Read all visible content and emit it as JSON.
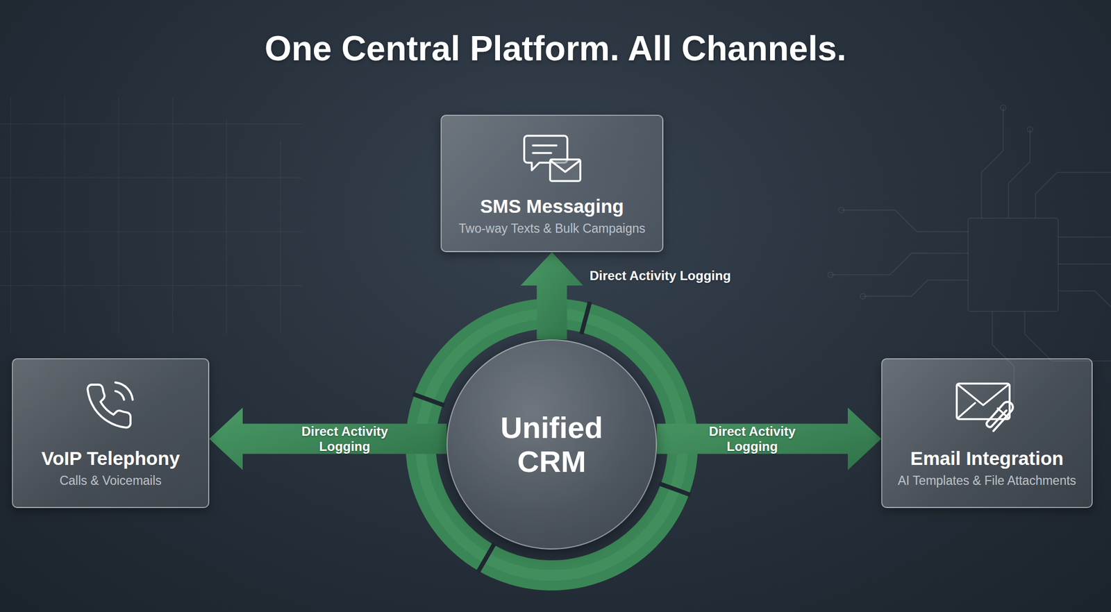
{
  "diagram": {
    "title": "One Central Platform. All Channels.",
    "nodes": [
      {
        "text": [
          "SMS Messaging",
          "Two-way Texts & Bulk Campaigns"
        ]
      },
      {
        "text": [
          "VoIP Telephony",
          "Calls & Voicemails"
        ]
      },
      {
        "text": [
          "Unified CRM"
        ]
      },
      {
        "text": [
          "Email Integration",
          "AI Templates & File Attachments"
        ]
      }
    ],
    "edges": [
      {
        "from": 2,
        "to": 0,
        "arrow": "to",
        "label": "Direct Activity Logging"
      },
      {
        "from": 2,
        "to": 1,
        "arrow": "to",
        "label": "Direct Activity Logging"
      },
      {
        "from": 2,
        "to": 3,
        "arrow": "to",
        "label": "Direct Activity Logging"
      }
    ]
  }
}
